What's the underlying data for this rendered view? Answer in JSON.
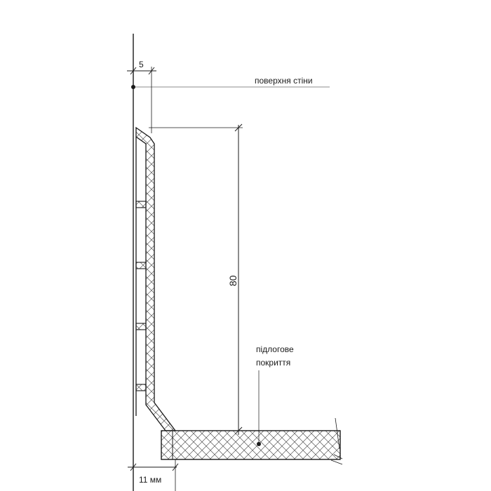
{
  "labels": {
    "wall_surface": "поверхня стіни",
    "floor_covering_line1": "підлогове",
    "floor_covering_line2": "покриття"
  },
  "dimensions": {
    "top_offset": "5",
    "height": "80",
    "bottom_offset": "11 мм"
  }
}
